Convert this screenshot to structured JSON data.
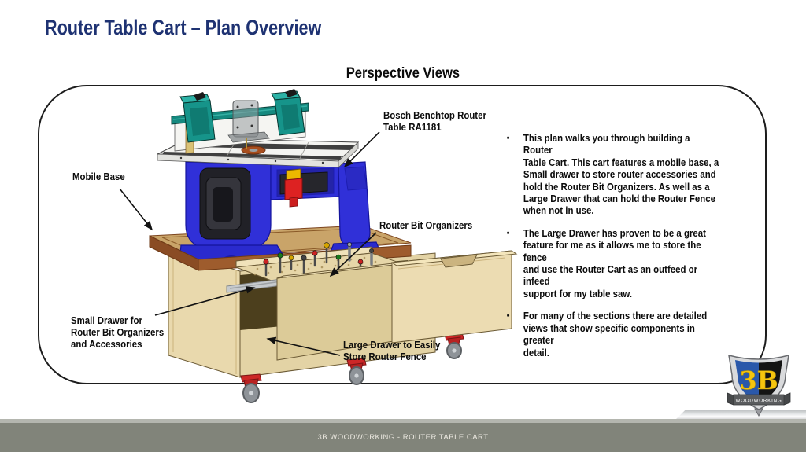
{
  "slide": {
    "title": "Router Table Cart – Plan Overview",
    "subtitle": "Perspective Views",
    "footer": "3B WOODWORKING - ROUTER TABLE CART"
  },
  "callouts": {
    "bosch": "Bosch Benchtop Router\nTable RA1181",
    "mobile_base": "Mobile Base",
    "router_bits": "Router Bit Organizers",
    "small_drawer": "Small Drawer for\nRouter Bit Organizers\nand Accessories",
    "large_drawer": "Large Drawer to Easily\nStore Router Fence"
  },
  "bullets": [
    "This plan walks you through building a Router\nTable Cart.  This cart features a mobile base, a\nSmall drawer to store router accessories and\nhold the Router Bit Organizers. As well as a\nLarge Drawer that can hold the Router Fence\nwhen not in use.",
    "The Large Drawer has proven to be a great\nfeature for me as it allows me to store the fence\nand use the Router Cart as an outfeed or infeed\nsupport for my table saw.",
    "For many of the sections there are detailed\nviews that show specific components in greater\ndetail."
  ],
  "logo": {
    "monogram": "3B",
    "banner": "WOODWORKING"
  },
  "colors": {
    "title_blue": "#1e3272",
    "router_body_blue": "#3030d8",
    "fence_teal": "#16948a",
    "base_trim_brown": "#9e5c2d",
    "plywood": "#e9d9ad",
    "footer_band": "#81847a",
    "logo_yellow": "#f6c50e",
    "logo_blue": "#2a58aa"
  }
}
